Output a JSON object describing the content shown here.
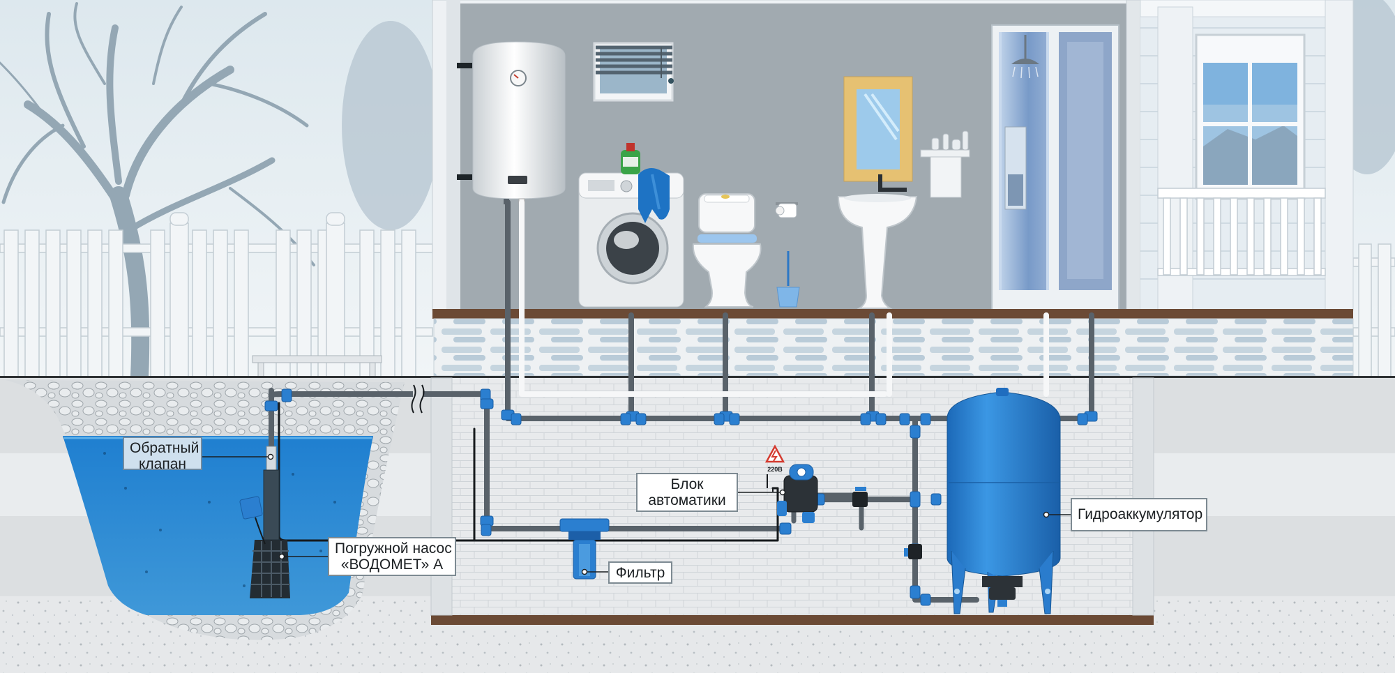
{
  "labels": {
    "check_valve": [
      "Обратный",
      "клапан"
    ],
    "submersible_pump": [
      "Погружной насос",
      "«ВОДОМЕТ» А"
    ],
    "automation_unit": [
      "Блок",
      "автоматики"
    ],
    "filter": "Фильтр",
    "accumulator": "Гидроаккумулятор",
    "voltage_sign": "220В"
  },
  "colors": {
    "sky": "#e3ecf1",
    "house_wall": "#9fa8ae",
    "ground": "#d8dcde",
    "water": "#2f8dd4",
    "pipe": "#59626a",
    "fitting": "#2b7fd0",
    "tank": "#2d83d6",
    "floor_beam": "#6b4a35"
  },
  "icons": [
    "tree-icon",
    "fence-icon",
    "water-heater-icon",
    "window-blinds-icon",
    "washing-machine-icon",
    "detergent-bottle-icon",
    "toilet-icon",
    "toilet-paper-icon",
    "toilet-brush-icon",
    "washbasin-icon",
    "mirror-icon",
    "shelf-icon",
    "shower-cabin-icon",
    "porch-window-icon",
    "pump-icon",
    "float-icon",
    "filter-icon",
    "automation-unit-icon",
    "valve-icon",
    "accumulator-tank-icon",
    "high-voltage-sign-icon"
  ]
}
